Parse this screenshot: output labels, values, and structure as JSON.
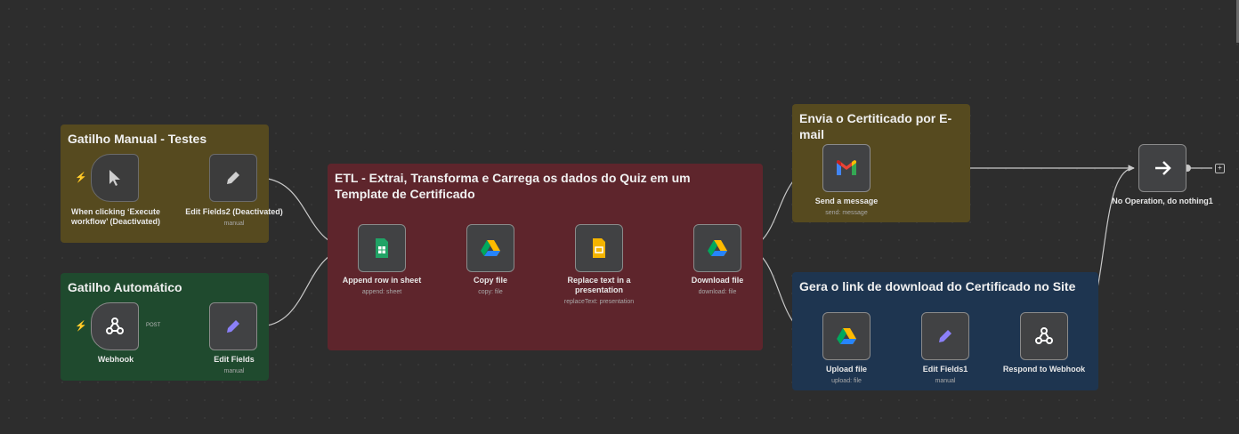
{
  "colors": {
    "canvas": "#2d2d2d",
    "group_yellow": "#564a1f",
    "group_green": "#1f4a2e",
    "group_red": "#5e252c",
    "group_blue": "#1e3550",
    "connection": "#c8c8c8",
    "trigger_bolt": "#ff6d5a"
  },
  "groups": {
    "manual": {
      "title": "Gatilho Manual - Testes"
    },
    "auto": {
      "title": "Gatilho Automático"
    },
    "etl": {
      "title": "ETL - Extrai, Transforma e Carrega os dados do Quiz em um Template de Certificado"
    },
    "email": {
      "title": "Envia o Certiticado por E-mail"
    },
    "site": {
      "title": "Gera o link de download do Certificado no Site"
    }
  },
  "nodes": {
    "manual_trigger": {
      "label": "When clicking ‘Execute workflow’ (Deactivated)",
      "icon": "cursor-icon"
    },
    "edit_fields2": {
      "label": "Edit Fields2 (Deactivated)",
      "sub": "manual",
      "icon": "pencil-icon"
    },
    "webhook": {
      "label": "Webhook",
      "icon": "webhook-icon",
      "method": "POST"
    },
    "edit_fields": {
      "label": "Edit Fields",
      "sub": "manual",
      "icon": "pencil-icon"
    },
    "append_row": {
      "label": "Append row in sheet",
      "sub": "append: sheet",
      "icon": "google-sheets-icon"
    },
    "copy_file": {
      "label": "Copy file",
      "sub": "copy: file",
      "icon": "google-drive-icon"
    },
    "replace_text": {
      "label": "Replace text in a presentation",
      "sub": "replaceText: presentation",
      "icon": "google-slides-icon"
    },
    "download_file": {
      "label": "Download file",
      "sub": "download: file",
      "icon": "google-drive-icon"
    },
    "send_message": {
      "label": "Send a message",
      "sub": "send: message",
      "icon": "gmail-icon"
    },
    "noop": {
      "label": "No Operation, do nothing1",
      "icon": "arrow-right-icon"
    },
    "upload_file": {
      "label": "Upload file",
      "sub": "upload: file",
      "icon": "google-drive-icon"
    },
    "edit_fields1": {
      "label": "Edit Fields1",
      "sub": "manual",
      "icon": "pencil-icon"
    },
    "respond_webhook": {
      "label": "Respond to Webhook",
      "icon": "webhook-icon"
    }
  }
}
